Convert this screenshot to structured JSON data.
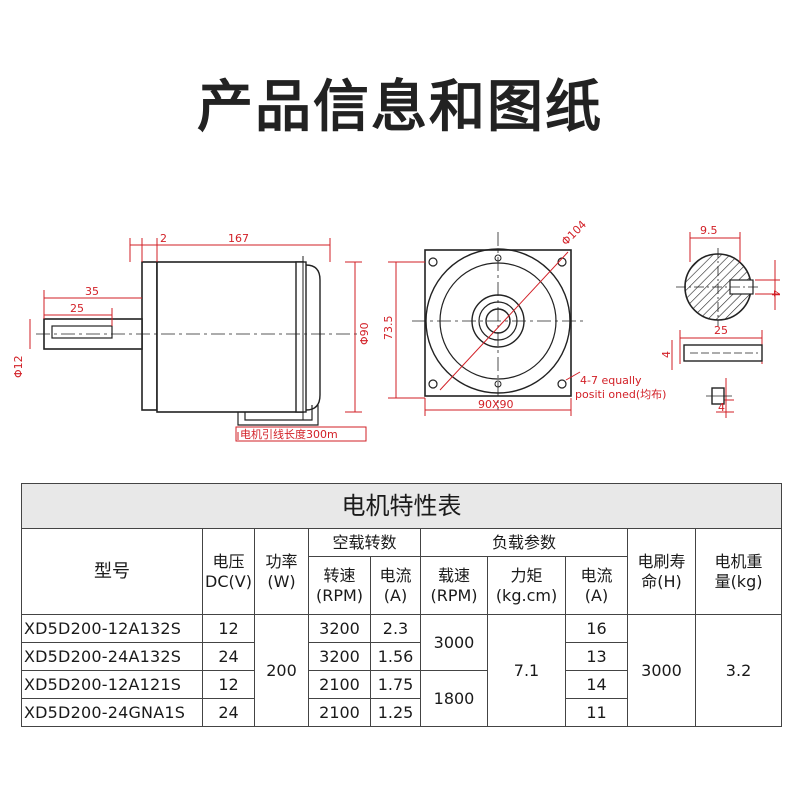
{
  "page_title": "产品信息和图纸",
  "drawing": {
    "side_view": {
      "dim_2": "2",
      "dim_167": "167",
      "dim_35": "35",
      "dim_25": "25",
      "dim_phi12": "Φ12",
      "dim_phi90": "Φ90",
      "lead_note": "电机引线长度300m"
    },
    "front_view": {
      "dim_phi104": "Φ104",
      "dim_73_5": "73.5",
      "dim_90x90": "90X90",
      "hole_note_line1": "4-7 equally",
      "hole_note_line2": "positi oned(均布)"
    },
    "shaft_view": {
      "dim_9_5": "9.5",
      "dim_4_key": "4",
      "dim_25": "25",
      "dim_4_side": "4",
      "dim_4_small": "4"
    }
  },
  "table": {
    "caption": "电机特性表",
    "headers": {
      "model": "型号",
      "voltage_line1": "电压",
      "voltage_line2": "DC(V)",
      "power_line1": "功率",
      "power_line2": "(W)",
      "no_load": "空载转数",
      "load": "负载参数",
      "brush_life_line1": "电刷寿",
      "brush_life_line2": "命(H)",
      "weight_line1": "电机重",
      "weight_line2": "量(kg)",
      "nl_speed_line1": "转速",
      "nl_speed_line2": "(RPM)",
      "nl_current_line1": "电流",
      "nl_current_line2": "(A)",
      "l_speed_line1": "载速",
      "l_speed_line2": "(RPM)",
      "l_torque_line1": "力矩",
      "l_torque_line2": "(kg.cm)",
      "l_current_line1": "电流",
      "l_current_line2": "(A)"
    },
    "rows": [
      {
        "model": "XD5D200-12A132S",
        "voltage": "12",
        "nl_speed": "3200",
        "nl_current": "2.3",
        "l_current": "16"
      },
      {
        "model": "XD5D200-24A132S",
        "voltage": "24",
        "nl_speed": "3200",
        "nl_current": "1.56",
        "l_current": "13"
      },
      {
        "model": "XD5D200-12A121S",
        "voltage": "12",
        "nl_speed": "2100",
        "nl_current": "1.75",
        "l_current": "14"
      },
      {
        "model": "XD5D200-24GNA1S",
        "voltage": "24",
        "nl_speed": "2100",
        "nl_current": "1.25",
        "l_current": "11"
      }
    ],
    "merged": {
      "power": "200",
      "load_speed_a": "3000",
      "load_speed_b": "1800",
      "torque": "7.1",
      "brush_life": "3000",
      "weight": "3.2"
    }
  },
  "colors": {
    "dimension": "#d21f26",
    "outline": "#1a1a1a",
    "caption_bg": "#e8e8e8"
  }
}
